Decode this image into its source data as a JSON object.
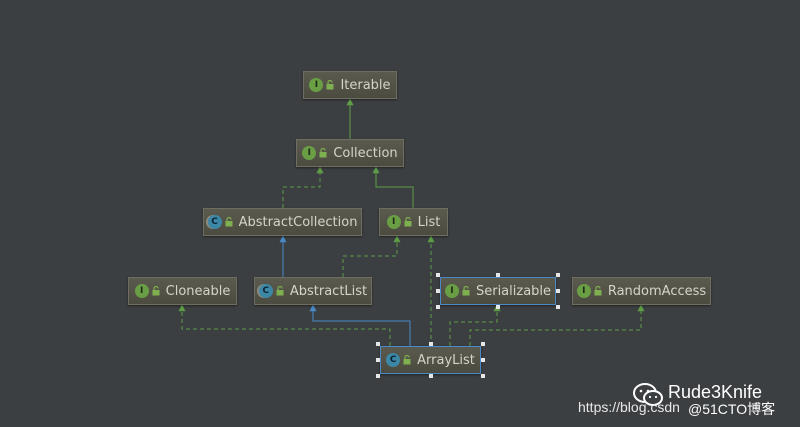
{
  "diagram": {
    "nodes": [
      {
        "id": "iterable",
        "label": "Iterable",
        "kind": "I"
      },
      {
        "id": "collection",
        "label": "Collection",
        "kind": "I"
      },
      {
        "id": "abstractcollection",
        "label": "AbstractCollection",
        "kind": "C"
      },
      {
        "id": "list",
        "label": "List",
        "kind": "I"
      },
      {
        "id": "cloneable",
        "label": "Cloneable",
        "kind": "I"
      },
      {
        "id": "abstractlist",
        "label": "AbstractList",
        "kind": "C"
      },
      {
        "id": "serializable",
        "label": "Serializable",
        "kind": "I"
      },
      {
        "id": "randomaccess",
        "label": "RandomAccess",
        "kind": "I"
      },
      {
        "id": "arraylist",
        "label": "ArrayList",
        "kind": "C"
      }
    ],
    "edges": [
      {
        "from": "collection",
        "to": "iterable",
        "type": "extends-interface"
      },
      {
        "from": "list",
        "to": "collection",
        "type": "extends-interface"
      },
      {
        "from": "abstractcollection",
        "to": "collection",
        "type": "implements"
      },
      {
        "from": "abstractlist",
        "to": "abstractcollection",
        "type": "extends-class"
      },
      {
        "from": "abstractlist",
        "to": "list",
        "type": "implements"
      },
      {
        "from": "arraylist",
        "to": "abstractlist",
        "type": "extends-class"
      },
      {
        "from": "arraylist",
        "to": "list",
        "type": "implements"
      },
      {
        "from": "arraylist",
        "to": "cloneable",
        "type": "implements"
      },
      {
        "from": "arraylist",
        "to": "serializable",
        "type": "implements"
      },
      {
        "from": "arraylist",
        "to": "randomaccess",
        "type": "implements"
      }
    ],
    "colors": {
      "background": "#3c3f41",
      "interface_edge": "#5e9c46",
      "class_edge": "#4a88c7",
      "node_text": "#d4d4cc",
      "interface_badge": "#6a9e45",
      "class_badge": "#3d87a6"
    }
  },
  "watermark": {
    "name": "Rude3Knife",
    "url": "https://blog.csdn",
    "tag": "@51CTO博客",
    "icon": "wechat-icon"
  }
}
